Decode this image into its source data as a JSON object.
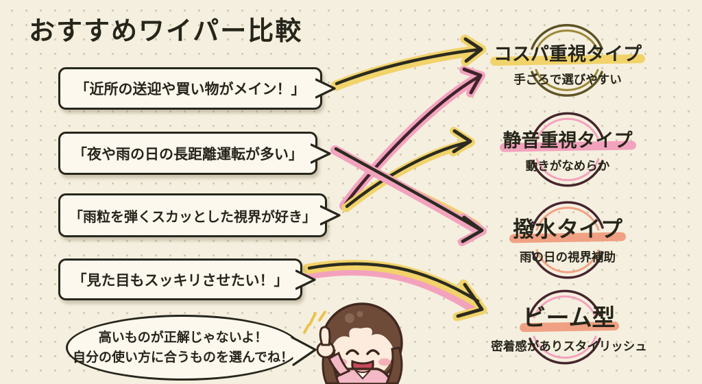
{
  "title": "おすすめワイパー比較",
  "bubbles": [
    {
      "text": "「近所の送迎や買い物がメイン！」"
    },
    {
      "text": "「夜や雨の日の長距離運転が多い」"
    },
    {
      "text": "「雨粒を弾くスカッとした視界が好き」"
    },
    {
      "text": "「見た目もスッキリさせたい！」"
    }
  ],
  "types": [
    {
      "name": "コスパ重視タイプ",
      "subtitle": "手ごろで選びやすい",
      "underline_color": "#f1d36a",
      "ring_color": "#5e5226"
    },
    {
      "name": "静音重視タイプ",
      "subtitle": "動きがなめらか",
      "underline_color": "#f3a2be",
      "ring_color": "#45252d"
    },
    {
      "name": "撥水タイプ",
      "subtitle": "雨の日の視界補助",
      "underline_color": "#f0a183",
      "ring_color": "#45252d"
    },
    {
      "name": "ビーム型",
      "subtitle": "密着感がありスタイリッシュ",
      "underline_color": "#f0a183",
      "ring_color": "#45252d"
    }
  ],
  "arrows": [
    {
      "from": "bubble-1",
      "to": "type-1",
      "highlight_color": "#f1d36a",
      "line_color": "#2b2b20"
    },
    {
      "from": "bubble-3",
      "to": "type-1",
      "highlight_color": "#f3a2be",
      "line_color": "#40232b"
    },
    {
      "from": "bubble-3",
      "to": "type-2",
      "highlight_color": "#f1d36a",
      "line_color": "#2b2b20"
    },
    {
      "from": "bubble-2",
      "to": "type-3",
      "highlight_color": "#f3a2be",
      "line_color": "#2b2b20"
    },
    {
      "from": "bubble-4",
      "to": "type-4",
      "highlight_color": "#f1d36a",
      "line_color": "#2b2b20"
    }
  ],
  "advice_bubble": {
    "line1": "高いものが正解じゃないよ！",
    "line2": "自分の使い方に合うものを選んでね！"
  },
  "colors": {
    "background": "#f5efdf",
    "ink": "#26261c",
    "yellow_marker": "#f1d36a",
    "pink_marker": "#f3a2be",
    "salmon_marker": "#f0a183"
  }
}
